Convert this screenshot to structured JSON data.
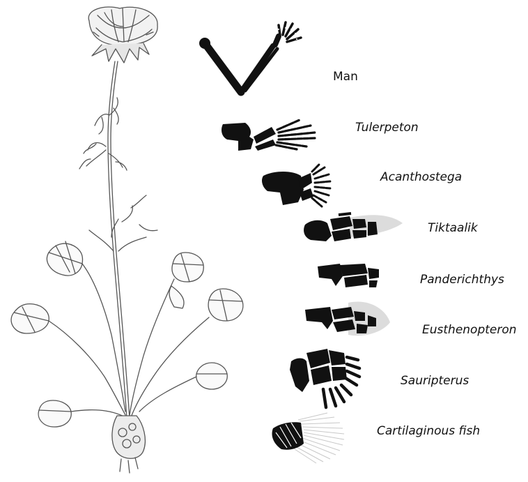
{
  "figure": {
    "plant": {
      "name": "plant-illustration"
    },
    "limbs": [
      {
        "id": "man",
        "label": "Man",
        "italic": false
      },
      {
        "id": "tulerpeton",
        "label": "Tulerpeton",
        "italic": true
      },
      {
        "id": "acanthostega",
        "label": "Acanthostega",
        "italic": true
      },
      {
        "id": "tiktaalik",
        "label": "Tiktaalik",
        "italic": true
      },
      {
        "id": "panderichthys",
        "label": "Panderichthys",
        "italic": true
      },
      {
        "id": "eusthenopteron",
        "label": "Eusthenopteron",
        "italic": true
      },
      {
        "id": "sauripterus",
        "label": "Sauripterus",
        "italic": true
      },
      {
        "id": "cartilaginous-fish",
        "label": "Cartilaginous fish",
        "italic": true
      }
    ]
  },
  "colors": {
    "ink": "#111111",
    "line": "#555555",
    "fin_ray": "#c8c8c8",
    "background": "#ffffff"
  }
}
